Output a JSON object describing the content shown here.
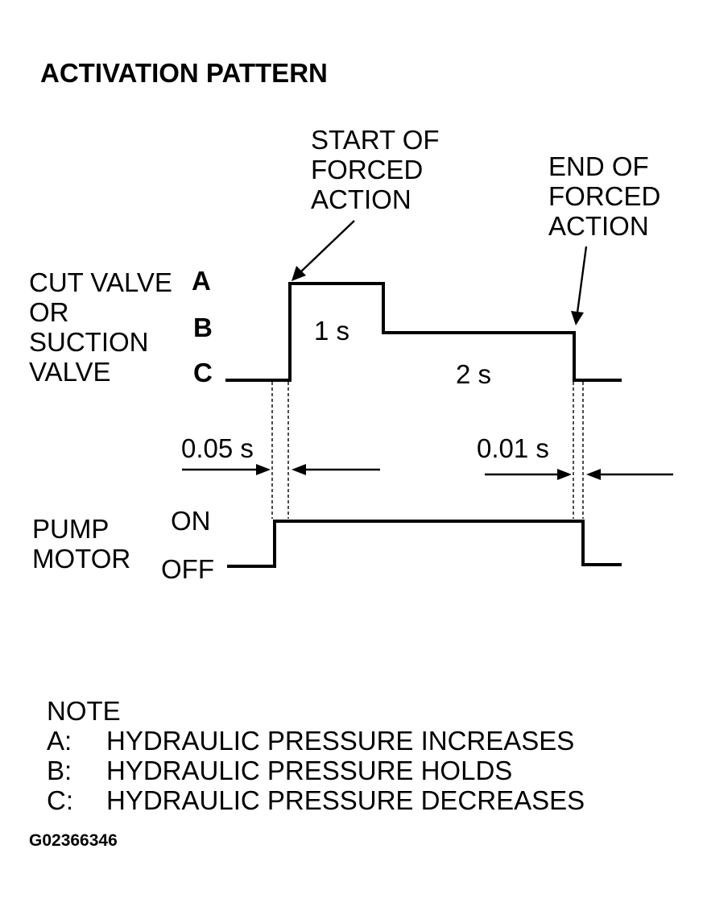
{
  "title": "ACTIVATION PATTERN",
  "annotations": {
    "start": [
      "START OF",
      "FORCED",
      "ACTION"
    ],
    "end": [
      "END OF",
      "FORCED",
      "ACTION"
    ]
  },
  "valve": {
    "label": [
      "CUT VALVE",
      "OR",
      "SUCTION",
      "VALVE"
    ],
    "levels": [
      "A",
      "B",
      "C"
    ],
    "duration_a": "1 s",
    "duration_b": "2 s"
  },
  "delays": {
    "start": "0.05 s",
    "end": "0.01 s"
  },
  "pump": {
    "label": [
      "PUMP",
      "MOTOR"
    ],
    "on": "ON",
    "off": "OFF"
  },
  "note": {
    "heading": "NOTE",
    "items": [
      {
        "key": "A:",
        "text": "HYDRAULIC PRESSURE INCREASES"
      },
      {
        "key": "B:",
        "text": "HYDRAULIC PRESSURE HOLDS"
      },
      {
        "key": "C:",
        "text": "HYDRAULIC PRESSURE DECREASES"
      }
    ]
  },
  "figure_code": "G02366346"
}
